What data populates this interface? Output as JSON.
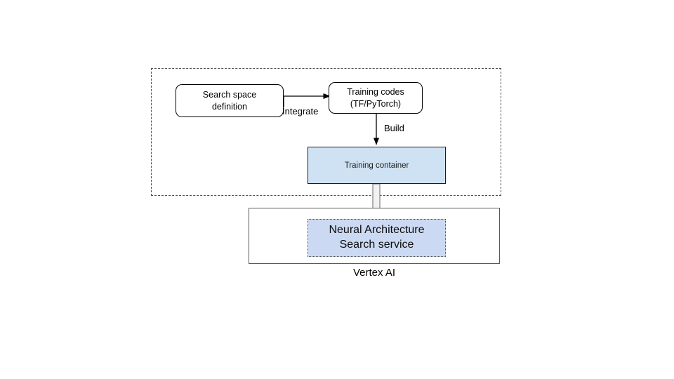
{
  "diagram": {
    "title_caption": "Vertex AI",
    "group": {
      "name": "user-environment-group",
      "border_style": "dashed"
    },
    "nodes": [
      {
        "id": "search-space",
        "label": "Search space\ndefinition",
        "line1": "Search space",
        "line2": "definition",
        "shape": "rounded-rect",
        "fill": "#ffffff",
        "stroke": "#000000"
      },
      {
        "id": "training-codes",
        "label": "Training codes\n(TF/PyTorch)",
        "line1": "Training codes",
        "line2": "(TF/PyTorch)",
        "shape": "rounded-rect",
        "fill": "#ffffff",
        "stroke": "#000000"
      },
      {
        "id": "training-container",
        "label": "Training container",
        "shape": "rect",
        "fill": "#cfe2f3",
        "stroke": "#1a1a1a"
      },
      {
        "id": "neural-architecture-search-service",
        "label": "Neural Architecture\nSearch service",
        "line1": "Neural Architecture",
        "line2": "Search service",
        "shape": "dotted-rect",
        "fill": "#ccd9f2",
        "stroke": "#4d4d4d"
      },
      {
        "id": "vertex-ai",
        "label": "Vertex AI",
        "shape": "rect",
        "fill": "#ffffff",
        "stroke": "#595959"
      }
    ],
    "edges": [
      {
        "id": "integrate-edge",
        "from": "search-space",
        "to": "training-codes",
        "label": "Integrate",
        "style": "thin-arrow"
      },
      {
        "id": "build-edge",
        "from": "training-codes",
        "to": "training-container",
        "label": "Build",
        "style": "thin-arrow"
      },
      {
        "id": "deploy-edge",
        "from": "training-container",
        "to": "neural-architecture-search-service",
        "label": "",
        "style": "block-arrow"
      }
    ],
    "colors": {
      "container_fill": "#cfe2f3",
      "nas_fill": "#ccd9f2",
      "group_border": "#4d4d4d",
      "vertex_border": "#595959",
      "line": "#000000",
      "block_arrow_fill": "#f2f2f2",
      "block_arrow_stroke": "#808080",
      "background": "#ffffff"
    }
  }
}
